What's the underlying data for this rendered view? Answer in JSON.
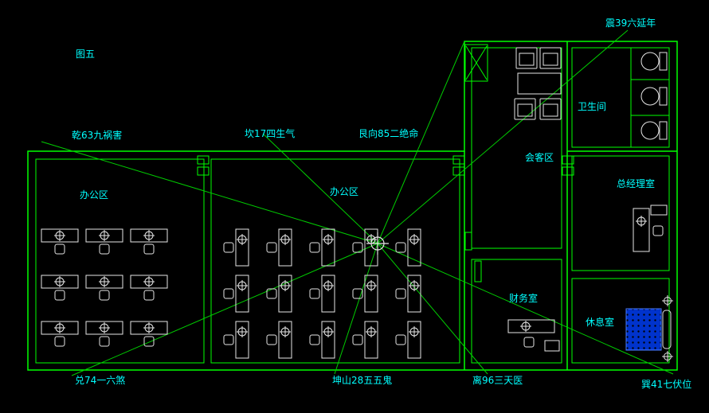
{
  "title": "图五",
  "colors": {
    "background": "#000000",
    "walls": "#00ff00",
    "labels": "#00ffff",
    "furniture": "#e6e6e6",
    "shower": "#0033cc"
  },
  "compass": {
    "qian": "乾63九祸害",
    "kan": "坎17四生气",
    "gen": "艮向85二绝命",
    "zhen": "震39六延年",
    "xun": "巽41七伏位",
    "li": "离96三天医",
    "kun": "坤山28五五鬼",
    "dui": "兑74一六煞"
  },
  "rooms": {
    "office_left": "办公区",
    "office_middle": "办公区",
    "meeting": "会客区",
    "bathroom": "卫生间",
    "gm_office": "总经理室",
    "finance": "财务室",
    "rest": "休息室"
  }
}
